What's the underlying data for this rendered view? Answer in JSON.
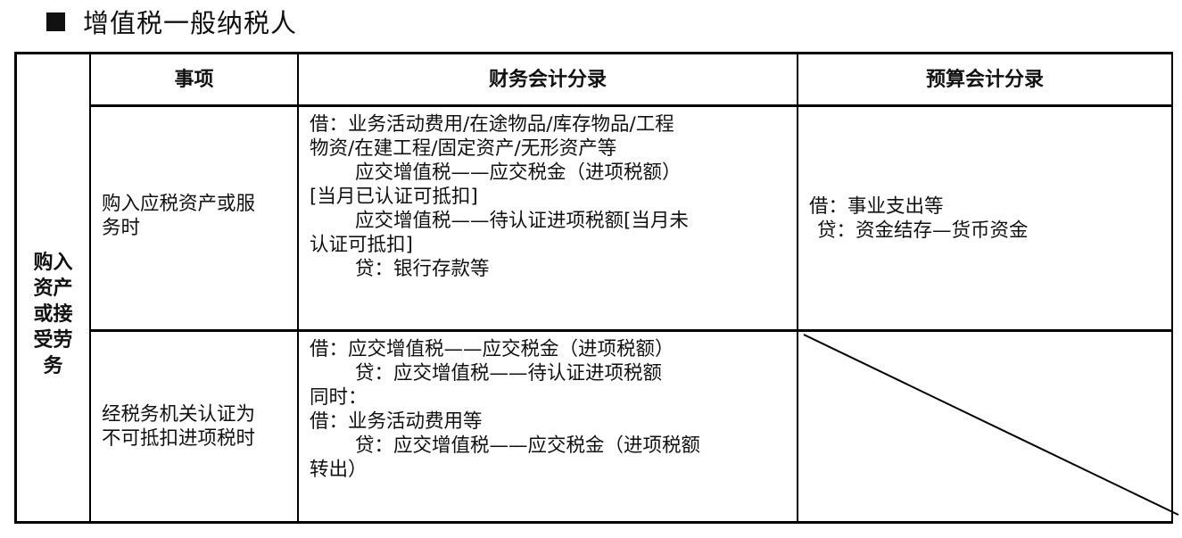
{
  "title": {
    "bullet_icon": "black-square",
    "text": "增值税一般纳税人"
  },
  "table": {
    "headers": [
      "",
      "事项",
      "财务会计分录",
      "预算会计分录"
    ],
    "group_label": "购入资产或接受劳务",
    "rows": [
      {
        "item": "购入应税资产或服务时",
        "financial_lines": [
          {
            "text": "借：业务活动费用/在途物品/库存物品/工程",
            "indent": 0
          },
          {
            "text": "物资/在建工程/固定资产/无形资产等",
            "indent": 0
          },
          {
            "text": "应交增值税——应交税金（进项税额）",
            "indent": 1
          },
          {
            "text": "[当月已认证可抵扣]",
            "indent": 0
          },
          {
            "text": "应交增值税——待认证进项税额[当月未",
            "indent": 1
          },
          {
            "text": "认证可抵扣]",
            "indent": 0
          },
          {
            "text": "贷：银行存款等",
            "indent": 1
          }
        ],
        "budget_lines": [
          {
            "text": "借：事业支出等",
            "indent": 0
          },
          {
            "text": "贷：资金结存—货币资金",
            "indent": 2
          }
        ]
      },
      {
        "item": "经税务机关认证为不可抵扣进项税时",
        "financial_lines": [
          {
            "text": "借：应交增值税——应交税金（进项税额）",
            "indent": 0
          },
          {
            "text": "贷：应交增值税——待认证进项税额",
            "indent": 1
          },
          {
            "text": "同时：",
            "indent": 0
          },
          {
            "text": "借：业务活动费用等",
            "indent": 0
          },
          {
            "text": "贷：应交增值税——应交税金（进项税额",
            "indent": 1
          },
          {
            "text": "转出）",
            "indent": 0
          }
        ],
        "budget_lines": [],
        "budget_cell_struck": true
      }
    ]
  }
}
